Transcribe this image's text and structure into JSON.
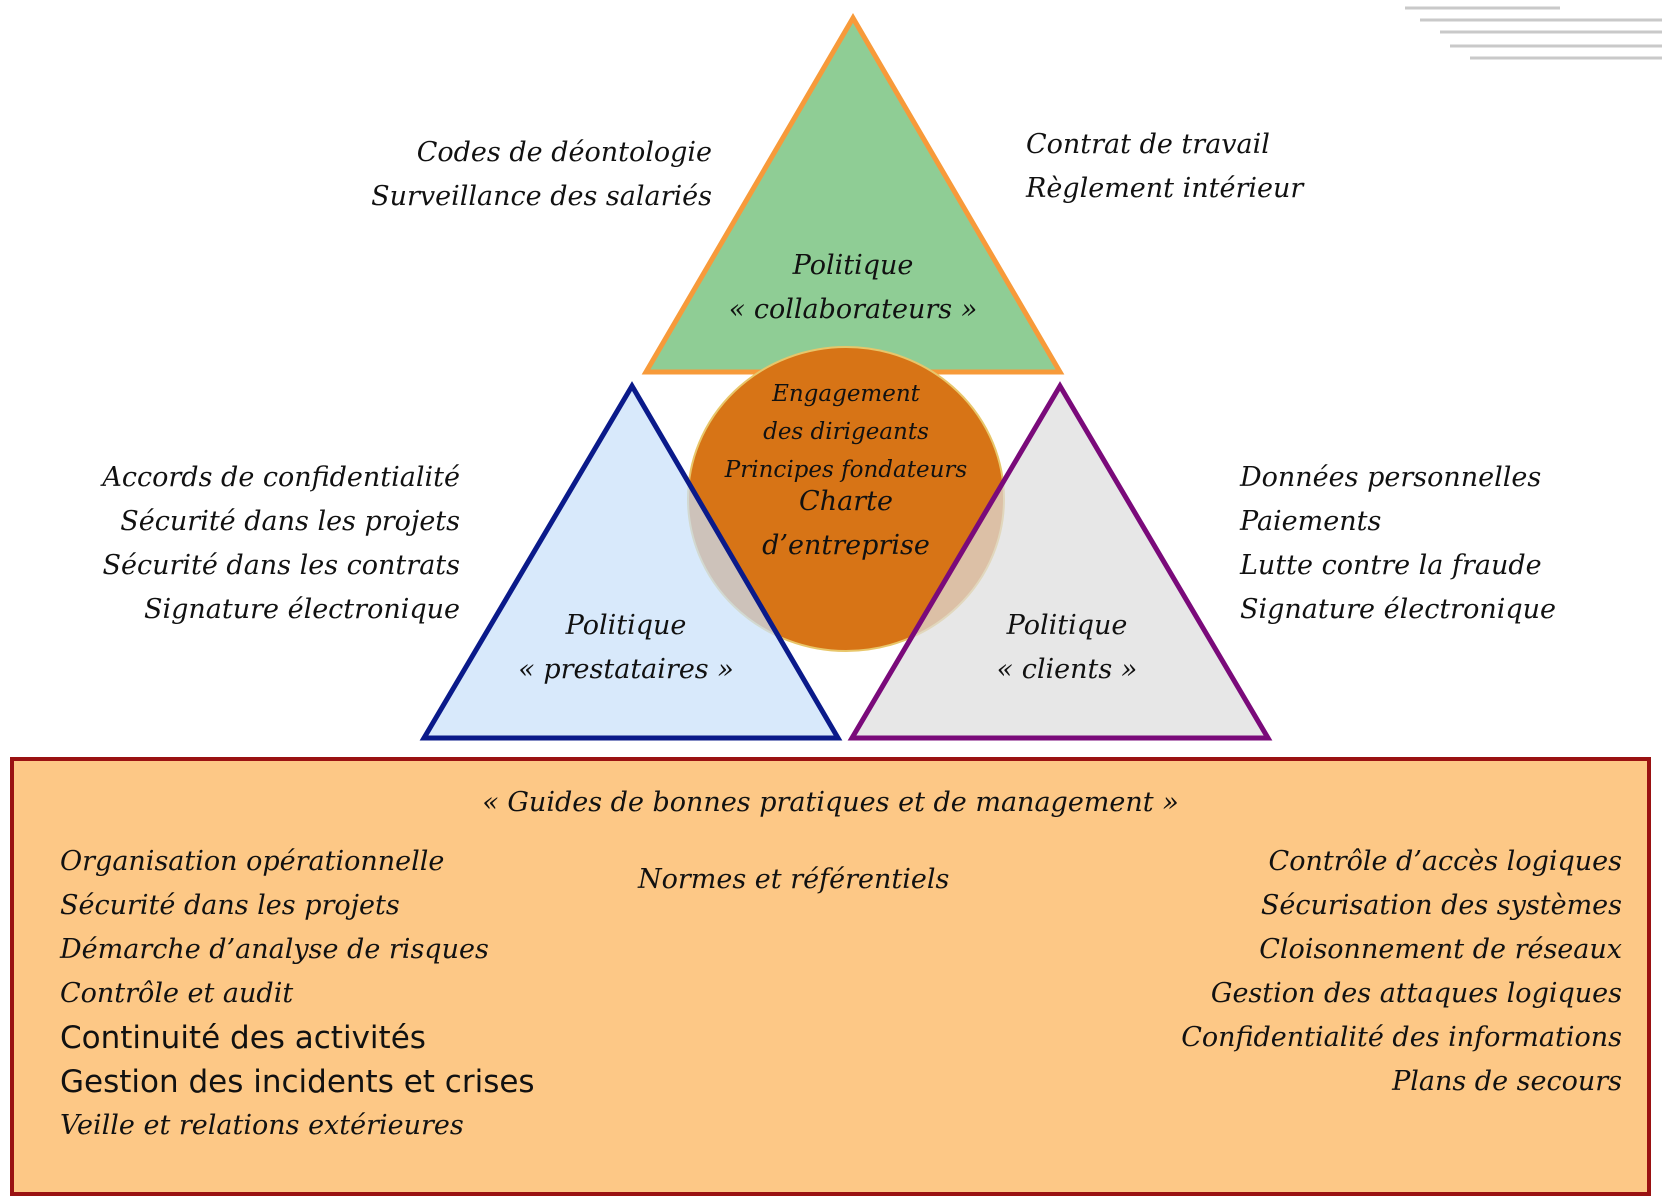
{
  "colors": {
    "top_triangle_fill": "#8fcd95",
    "top_triangle_stroke": "#f79a3a",
    "left_triangle_fill": "#c9e1fa",
    "left_triangle_stroke": "#0a1a8a",
    "right_triangle_fill": "#dedede",
    "right_triangle_stroke": "#7a0a7a",
    "center_circle_fill": "#d77416",
    "bottom_box_fill": "#fdc886",
    "bottom_box_stroke": "#9a1212"
  },
  "top_left_labels": [
    "Codes de déontologie",
    "Surveillance des salariés"
  ],
  "top_right_labels": [
    "Contrat de travail",
    "Règlement intérieur"
  ],
  "top_triangle": {
    "line1": "Politique",
    "line2": "« collaborateurs »"
  },
  "center": {
    "line1": "Engagement",
    "line2": "des dirigeants",
    "line3": "Principes fondateurs",
    "line4": "Charte",
    "line5": "d’entreprise"
  },
  "left_labels": [
    "Accords de confidentialité",
    "Sécurité dans les projets",
    "Sécurité dans les  contrats",
    "Signature électronique"
  ],
  "right_labels": [
    "Données personnelles",
    "Paiements",
    "Lutte contre la fraude",
    "Signature électronique"
  ],
  "left_triangle": {
    "line1": "Politique",
    "line2": "« prestataires »"
  },
  "right_triangle": {
    "line1": "Politique",
    "line2": "« clients »"
  },
  "bottom": {
    "title": "« Guides de bonnes pratiques et de management »",
    "left_items": [
      "Organisation opérationnelle",
      "Sécurité dans les projets",
      "Démarche d’analyse de risques",
      "Contrôle et audit",
      "Continuité des activités",
      "Gestion des incidents et crises",
      "Veille et relations extérieures"
    ],
    "middle_item": "Normes et référentiels",
    "right_items": [
      "Contrôle d’accès logiques",
      "Sécurisation des systèmes",
      "Cloisonnement de réseaux",
      "Gestion des attaques logiques",
      "Confidentialité des informations",
      "Plans de secours"
    ]
  }
}
